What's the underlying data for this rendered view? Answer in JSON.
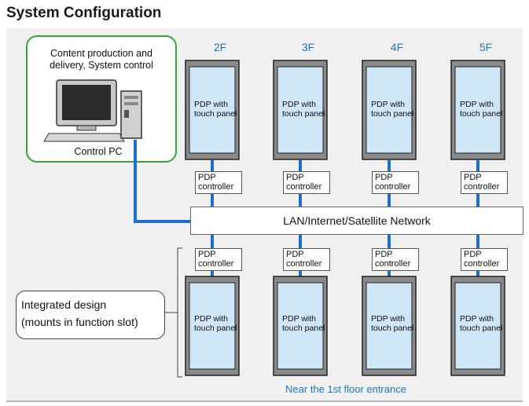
{
  "title": "System Configuration",
  "control_pc": {
    "description": [
      "Content production and",
      "delivery, System control"
    ],
    "caption": "Control PC"
  },
  "floors": [
    "2F",
    "3F",
    "4F",
    "5F"
  ],
  "pdp_label": [
    "PDP with",
    "touch panel"
  ],
  "controller_label": [
    "PDP",
    "controller"
  ],
  "network_label": "LAN/Internet/Satellite Network",
  "integrated_design": [
    "Integrated design",
    "(mounts in function slot)"
  ],
  "entrance_label": "Near the 1st floor entrance",
  "colors": {
    "background_panel": "#f0f0f0",
    "pc_border": "#3aa23a",
    "link": "#1f6fcf",
    "floor_text": "#2277c0",
    "screen": "#cfe6f7"
  }
}
